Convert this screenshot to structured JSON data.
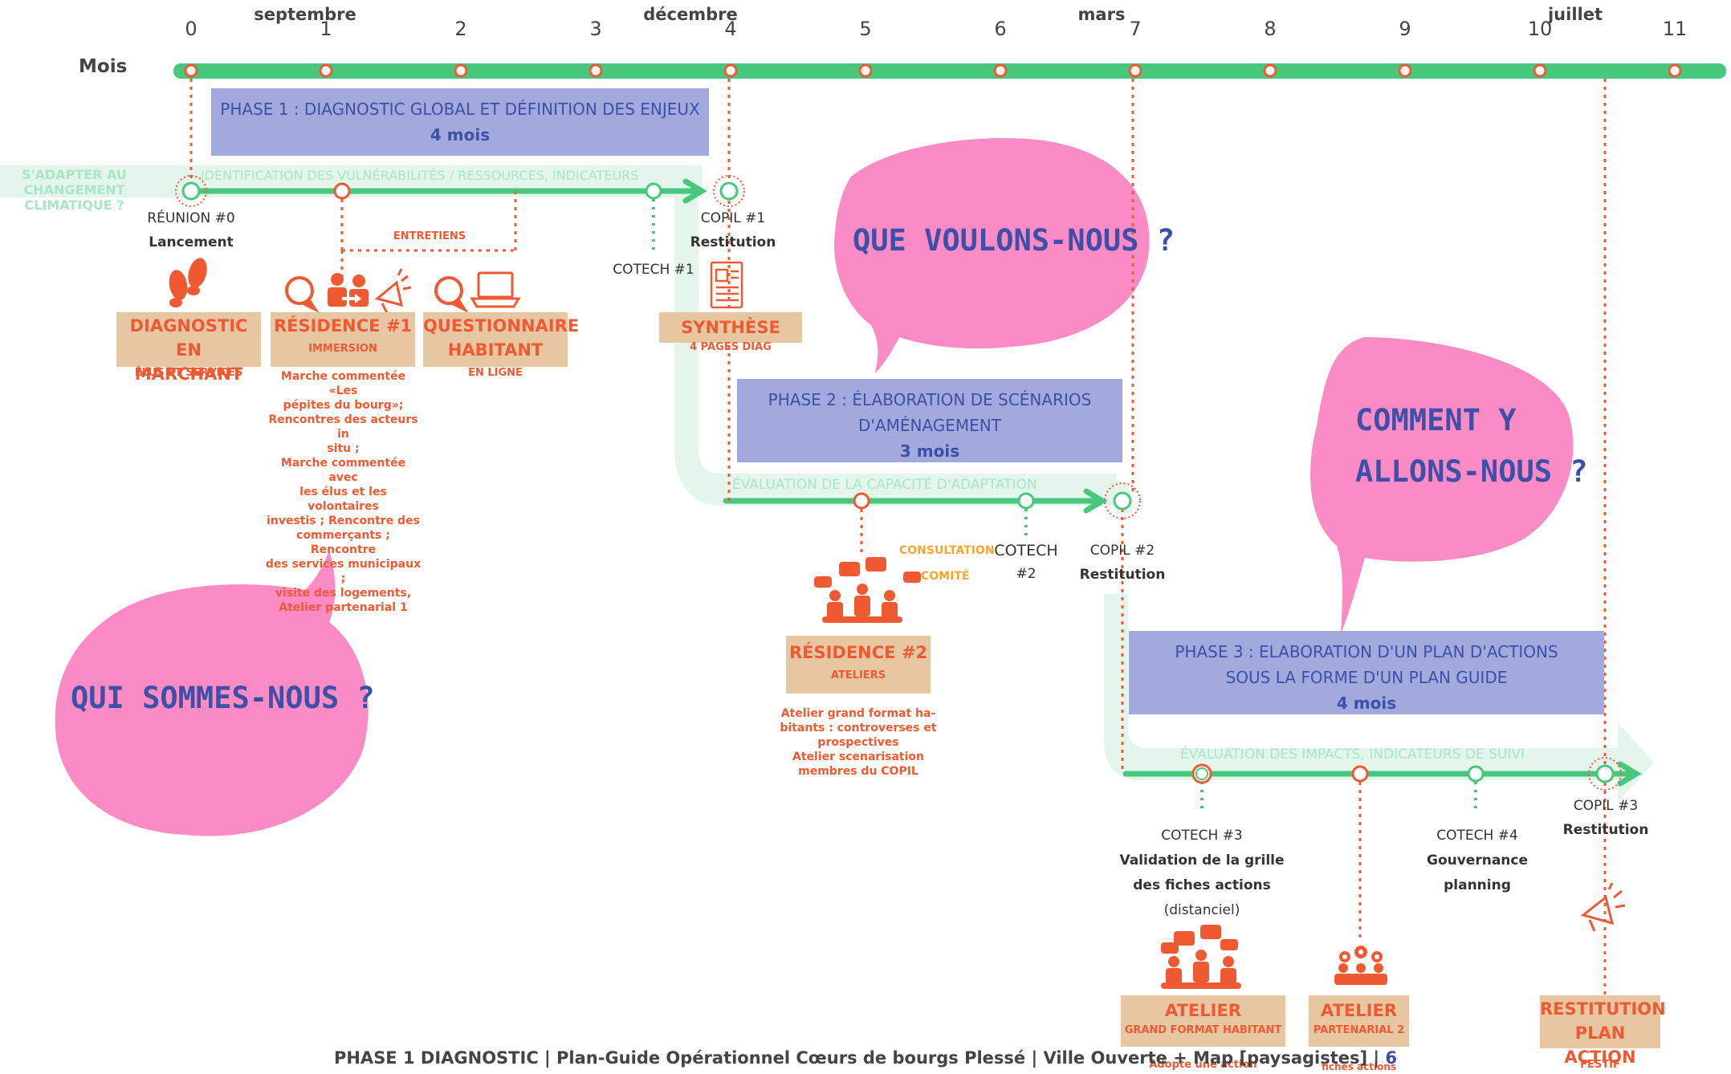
{
  "axis": {
    "label": "Mois",
    "numbers": [
      "0",
      "1",
      "2",
      "3",
      "4",
      "5",
      "6",
      "7",
      "8",
      "9",
      "10",
      "11"
    ],
    "months": [
      "septembre",
      "décembre",
      "mars",
      "juillet"
    ]
  },
  "phases": [
    {
      "title": "PHASE 1 : DIAGNOSTIC GLOBAL ET DÉFINITION DES ENJEUX",
      "duration": "4 mois"
    },
    {
      "title_line1": "PHASE 2 : ÉLABORATION DE SCÉNARIOS",
      "title_line2": "D'AMÉNAGEMENT",
      "duration": "3 mois"
    },
    {
      "title_line1": "PHASE 3 : ELABORATION D'UN PLAN D'ACTIONS",
      "title_line2": "SOUS LA FORME D'UN PLAN GUIDE",
      "duration": "4 mois"
    }
  ],
  "tracks": {
    "intro": [
      "S'ADAPTER AU",
      "CHANGEMENT",
      "CLIMATIQUE ?"
    ],
    "track1": "IDENTIFICATION DES VULNÉRABILITÉS / RESSOURCES, INDICATEURS",
    "track2": "ÉVALUATION DE LA CAPACITÉ D'ADAPTATION",
    "track3": "ÉVALUATION DES IMPACTS, INDICATEURS DE SUIVI"
  },
  "milestones": {
    "reunion0": {
      "title": "RÉUNION #0",
      "label": "Lancement"
    },
    "copil1": {
      "title": "COPIL #1",
      "label": "Restitution"
    },
    "cotech1": {
      "title": "COTECH #1"
    },
    "cotech2": {
      "title": "COTECH",
      "sub": "#2"
    },
    "copil2": {
      "title": "COPIL #2",
      "label": "Restitution"
    },
    "cotech3": {
      "title": "COTECH #3",
      "label1": "Validation de la grille",
      "label2": "des fiches actions",
      "note": "(distanciel)"
    },
    "cotech4": {
      "title": "COTECH #4",
      "label1": "Gouvernance",
      "label2": "planning"
    },
    "copil3": {
      "title": "COPIL #3",
      "label": "Restitution"
    }
  },
  "entretiens": "ENTRETIENS",
  "consultation": [
    "CONSULTATION",
    "COMITÉ"
  ],
  "boxes": {
    "diagnostic": {
      "line1": "DIAGNOSTIC EN",
      "line2": "MARCHANT",
      "sub": "ÉLUS ET SERVICES"
    },
    "residence1": {
      "title": "RÉSIDENCE #1",
      "sub": "IMMERSION"
    },
    "questionnaire": {
      "line1": "QUESTIONNAIRE",
      "line2": "HABITANT",
      "sub": "EN LIGNE"
    },
    "synthese": {
      "title": "SYNTHÈSE",
      "sub": "4 PAGES DIAG"
    },
    "residence2": {
      "title": "RÉSIDENCE #2",
      "sub": "ATELIERS"
    },
    "atelier1": {
      "title": "ATELIER",
      "sub": "GRAND FORMAT HABITANT",
      "extra": "Adopte une action"
    },
    "atelier2": {
      "title": "ATELIER",
      "sub": "PARTENARIAL 2",
      "extra": "fiches actions"
    },
    "restitution": {
      "line1": "RESTITUTION",
      "line2": "PLAN ACTION",
      "sub": "FESTIF"
    }
  },
  "notes": {
    "residence1": [
      "Marche commentée «Les",
      "pépites du bourg»;",
      "Rencontres des acteurs in",
      "situ ;",
      "Marche commentée avec",
      "les élus et les volontaires",
      "investis ; Rencontre des",
      "commerçants ; Rencontre",
      "des services municipaux ;",
      "visite des logements,",
      "Atelier partenarial 1"
    ],
    "residence2": [
      "Atelier grand format ha-",
      "bitants : controverses et",
      "prospectives",
      "Atelier scenarisation",
      "membres du COPIL"
    ]
  },
  "bubbles": {
    "qui": "QUI SOMMES-NOUS ?",
    "que": "QUE VOULONS-NOUS ?",
    "comment1": "COMMENT Y",
    "comment2": "ALLONS-NOUS ?"
  },
  "footer": {
    "text": "PHASE 1 DIAGNOSTIC | Plan-Guide Opérationnel Cœurs de bourgs Plessé | Ville Ouverte + Map [paysagistes] |",
    "page": "6"
  },
  "colors": {
    "green": "#47c87d",
    "lightgreen": "#e4f6ec",
    "red": "#ef5a33",
    "pink": "#fb8bc4",
    "phase": "#a2a9dc",
    "phaseText": "#3e4fa8",
    "beige": "#e6c7a2",
    "orange": "#f7a52f"
  }
}
